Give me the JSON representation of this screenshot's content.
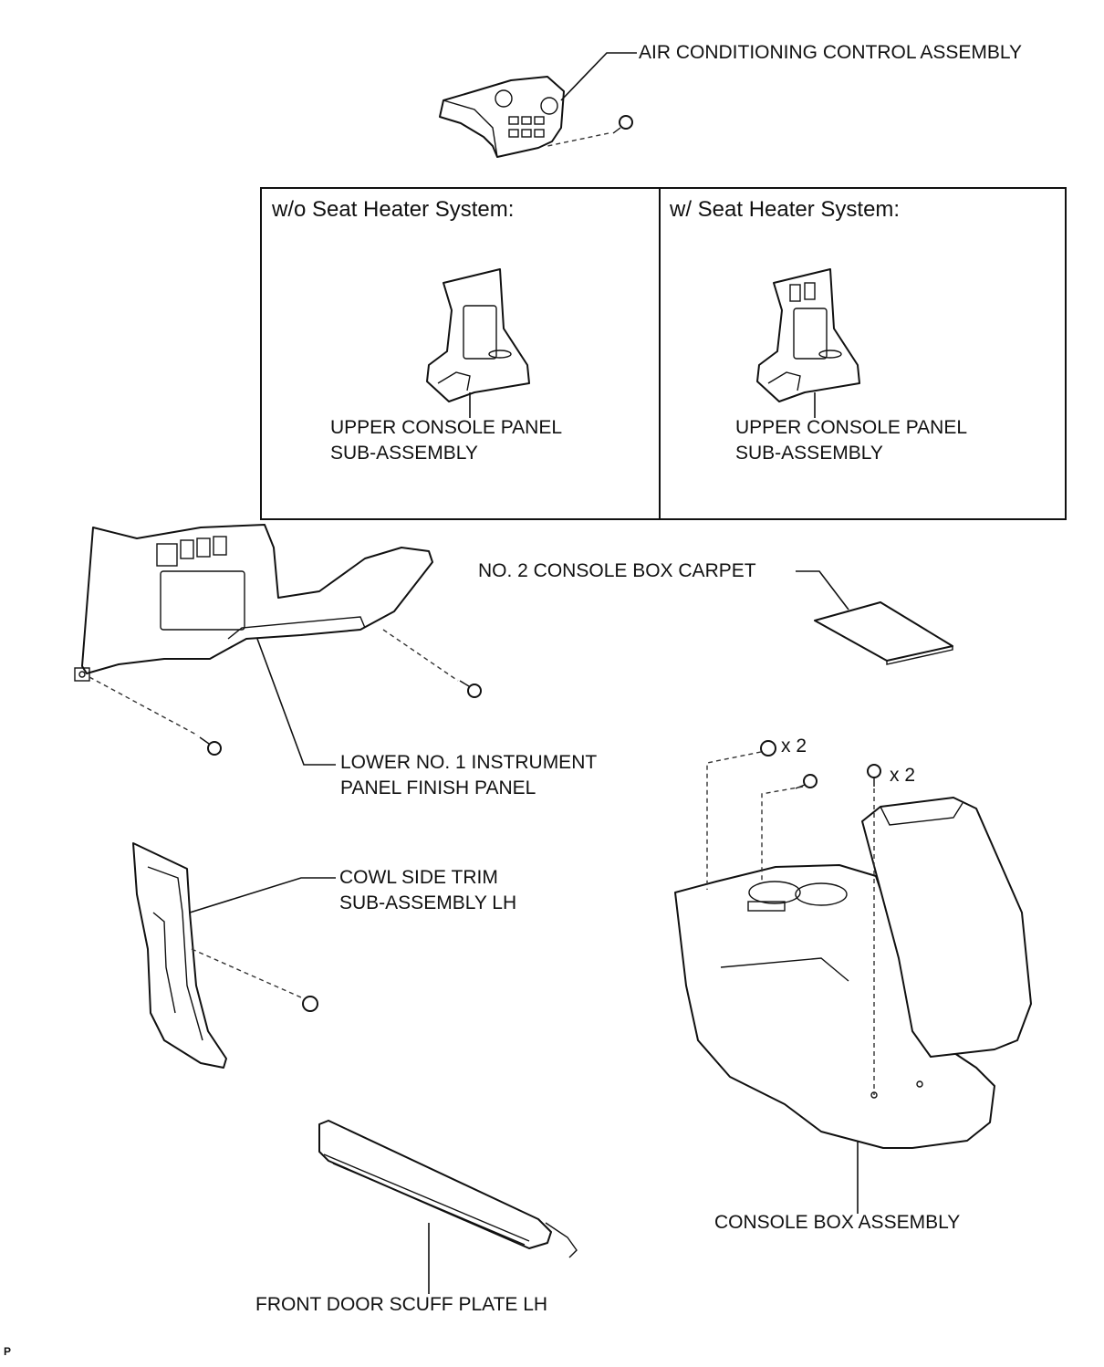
{
  "labels": {
    "air_conditioning": "AIR CONDITIONING CONTROL ASSEMBLY",
    "wo_seat_heater": "w/o Seat Heater System:",
    "w_seat_heater": "w/ Seat Heater System:",
    "upper_console_left": [
      "UPPER CONSOLE PANEL",
      "SUB-ASSEMBLY"
    ],
    "upper_console_right": [
      "UPPER CONSOLE PANEL",
      "SUB-ASSEMBLY"
    ],
    "console_box_carpet": "NO. 2 CONSOLE BOX CARPET",
    "lower_finish_panel": [
      "LOWER NO. 1 INSTRUMENT",
      "PANEL FINISH PANEL"
    ],
    "cowl_side_trim": [
      "COWL SIDE TRIM",
      "SUB-ASSEMBLY LH"
    ],
    "console_box_assembly": "CONSOLE BOX ASSEMBLY",
    "front_door_scuff": "FRONT DOOR SCUFF PLATE LH",
    "qty_clip": "x 2",
    "qty_screw": "x 2",
    "corner_mark": "P"
  }
}
